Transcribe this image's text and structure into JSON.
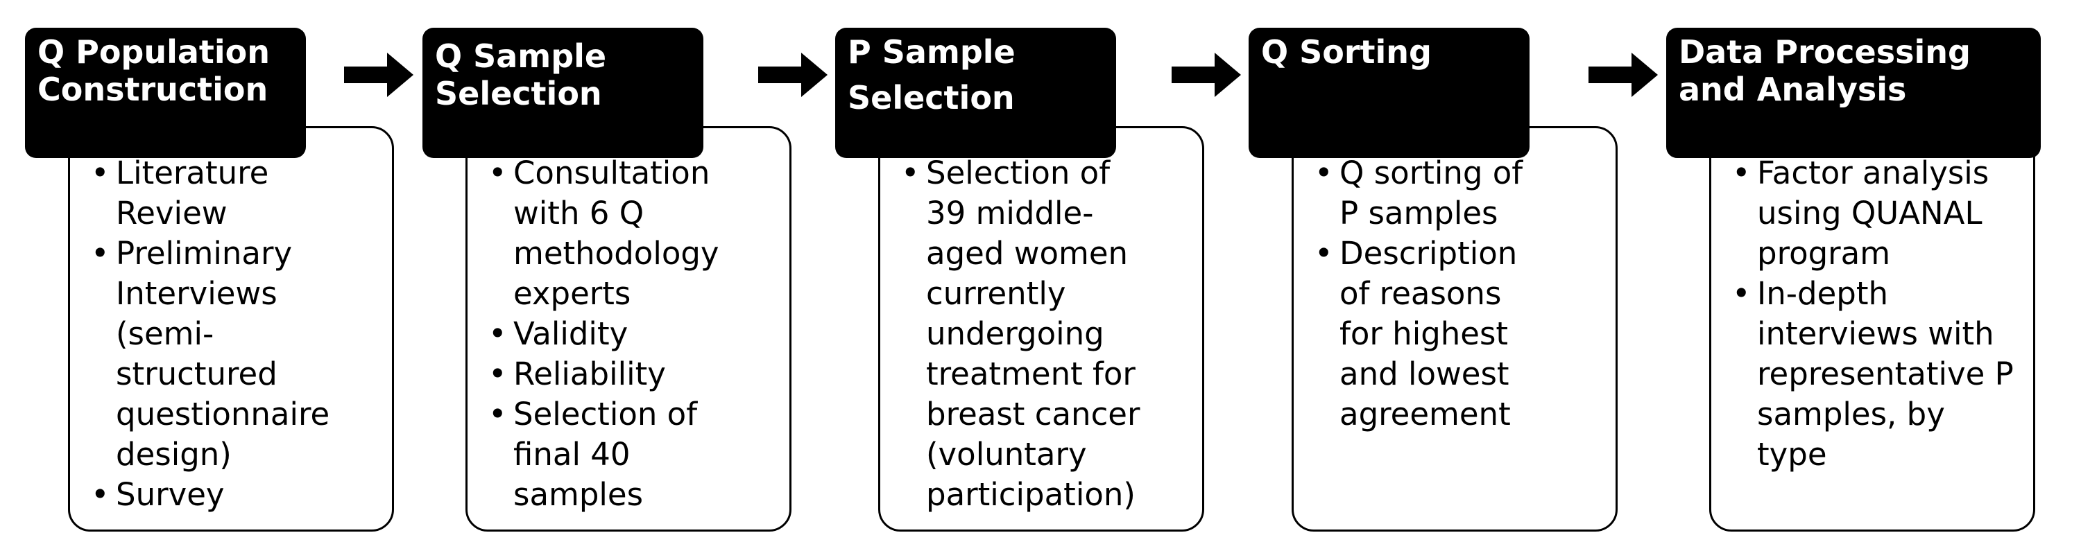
{
  "stages": [
    {
      "title": "Q Population\nConstruction",
      "items": [
        "Literature\nReview",
        "Preliminary\nInterviews\n(semi-\nstructured\nquestionnaire\ndesign)",
        "Survey"
      ]
    },
    {
      "title": "Q Sample\nSelection",
      "items": [
        "Consultation\nwith 6 Q\nmethodology\nexperts",
        "Validity",
        "Reliability",
        "Selection of\nfinal 40\nsamples"
      ]
    },
    {
      "title": "P Sample\nSelection",
      "items": [
        "Selection of\n39 middle-\naged women\ncurrently\nundergoing\ntreatment for\nbreast cancer\n(voluntary\nparticipation)"
      ]
    },
    {
      "title": "Q Sorting",
      "items": [
        "Q sorting of\nP samples",
        "Description\nof reasons\nfor highest\nand lowest\nagreement"
      ]
    },
    {
      "title": "Data Processing\nand Analysis",
      "items": [
        "Factor analysis\nusing QUANAL\nprogram",
        "In-depth\ninterviews with\nrepresentative P\nsamples, by\ntype"
      ]
    }
  ],
  "colors": {
    "header_bg": "#000000",
    "header_text": "#ffffff",
    "body_border": "#000000",
    "arrow": "#000000"
  }
}
